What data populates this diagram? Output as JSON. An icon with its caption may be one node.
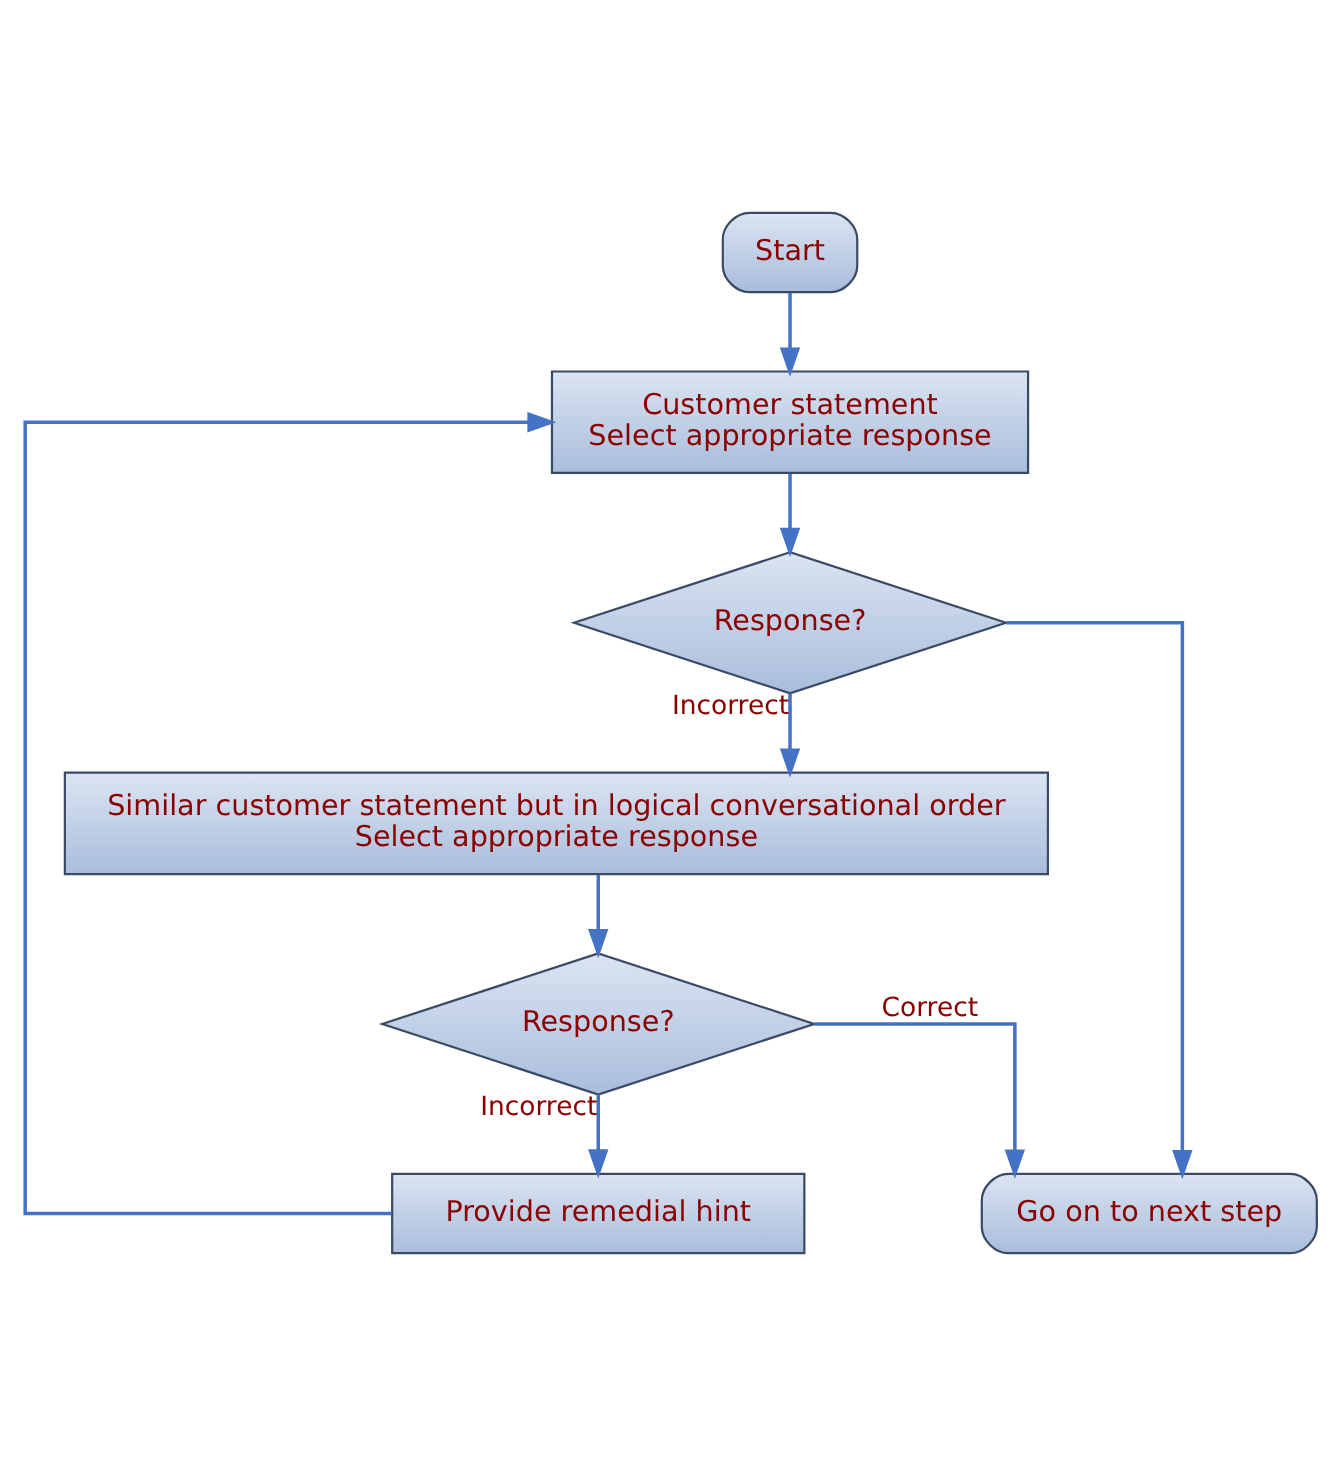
{
  "diagram": {
    "nodes": [
      {
        "text": [
          "Start"
        ]
      },
      {
        "text": [
          "Customer statement",
          "Select appropriate response"
        ]
      },
      {
        "text": [
          "Response?"
        ]
      },
      {
        "text": [
          "Similar customer statement but in logical conversational order",
          "Select appropriate response"
        ]
      },
      {
        "text": [
          "Response?"
        ]
      },
      {
        "text": [
          "Provide remedial hint"
        ]
      },
      {
        "text": [
          "Go on to next step"
        ]
      }
    ],
    "edges": [
      {
        "from": 0,
        "to": 1,
        "arrow": "to"
      },
      {
        "from": 1,
        "to": 2,
        "arrow": "to"
      },
      {
        "from": 2,
        "to": 3,
        "arrow": "to",
        "label": "Incorrect"
      },
      {
        "from": 2,
        "to": 6,
        "arrow": "to"
      },
      {
        "from": 3,
        "to": 4,
        "arrow": "to"
      },
      {
        "from": 4,
        "to": 6,
        "arrow": "to",
        "label": "Correct"
      },
      {
        "from": 4,
        "to": 5,
        "arrow": "to",
        "label": "Incorrect"
      },
      {
        "from": 5,
        "to": 1,
        "arrow": "to"
      }
    ]
  }
}
